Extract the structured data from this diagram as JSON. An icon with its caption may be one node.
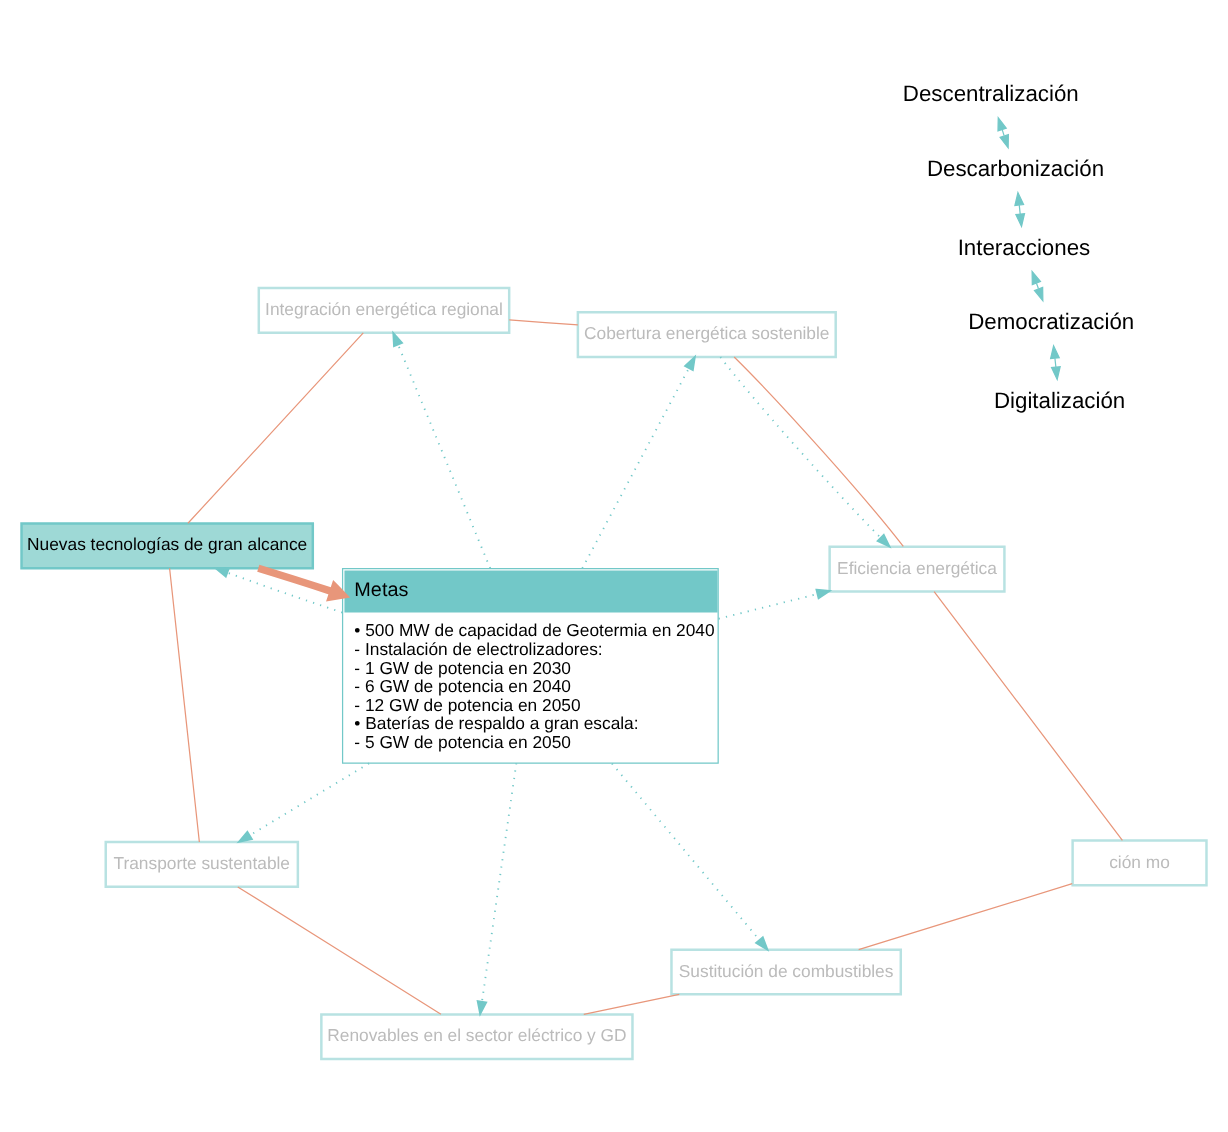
{
  "diagram": {
    "nodes": [
      {
        "text": [
          "Interacciones"
        ]
      },
      {
        "text": [
          "Democratización"
        ]
      },
      {
        "text": [
          "Digitalización"
        ]
      },
      {
        "text": [
          "Descentralización"
        ]
      },
      {
        "text": [
          "Descarbonización"
        ]
      },
      {
        "text": [
          "Cobertura energética sostenible"
        ]
      },
      {
        "text": [
          "Integración energética regional"
        ]
      },
      {
        "text": [
          "Eficiencia energética"
        ]
      },
      {
        "text": [
          "Nuevas tecnologías de gran alcance"
        ]
      },
      {
        "text": [
          "Metas",
          "• 500 MW de capacidad de Geotermia en 2040",
          "- Instalación de electrolizadores:",
          "- 1 GW de potencia en 2030",
          "- 6 GW de potencia en 2040",
          "- 12 GW de potencia en 2050",
          "• Baterías de respaldo a gran escala:",
          "- 5 GW de potencia en 2050"
        ]
      },
      {
        "text": [
          "ción mo"
        ]
      },
      {
        "text": [
          "Transporte sustentable"
        ]
      },
      {
        "text": [
          "Sustitución de combustibles"
        ]
      },
      {
        "text": [
          "Renovables en el sector eléctrico y GD"
        ]
      }
    ],
    "edges": [
      {
        "from": 4,
        "to": 0,
        "arrow": "both"
      },
      {
        "from": 0,
        "to": 1,
        "arrow": "both"
      },
      {
        "from": 1,
        "to": 2,
        "arrow": "both"
      },
      {
        "from": 3,
        "to": 4,
        "arrow": "both"
      },
      {
        "from": 5,
        "to": 7,
        "arrow": "none",
        "color": "#e8967a"
      },
      {
        "from": 7,
        "to": 10,
        "arrow": "none",
        "color": "#e8967a"
      },
      {
        "from": 10,
        "to": 12,
        "arrow": "none",
        "color": "#e8967a"
      },
      {
        "from": 12,
        "to": 13,
        "arrow": "none",
        "color": "#e8967a"
      },
      {
        "from": 13,
        "to": 11,
        "arrow": "none",
        "color": "#e8967a"
      },
      {
        "from": 11,
        "to": 8,
        "arrow": "none",
        "color": "#e8967a"
      },
      {
        "from": 8,
        "to": 6,
        "arrow": "none",
        "color": "#e8967a"
      },
      {
        "from": 6,
        "to": 5,
        "arrow": "none",
        "color": "#e8967a"
      },
      {
        "from": 8,
        "to": 9,
        "arrow": "to",
        "style": "thick",
        "color": "#e8967a"
      },
      {
        "from": 9,
        "to": 6,
        "arrow": "to",
        "style": "dashed"
      },
      {
        "from": 9,
        "to": 5,
        "arrow": "to",
        "style": "dashed"
      },
      {
        "from": 9,
        "to": 7,
        "arrow": "to",
        "style": "dashed"
      },
      {
        "from": 9,
        "to": 12,
        "arrow": "to",
        "style": "dashed"
      },
      {
        "from": 9,
        "to": 13,
        "arrow": "to",
        "style": "dashed"
      },
      {
        "from": 9,
        "to": 11,
        "arrow": "to",
        "style": "dashed"
      },
      {
        "from": 9,
        "to": 8,
        "arrow": "to",
        "style": "dashed"
      },
      {
        "from": 5,
        "to": 7,
        "arrow": "to",
        "style": "dashed"
      }
    ]
  }
}
